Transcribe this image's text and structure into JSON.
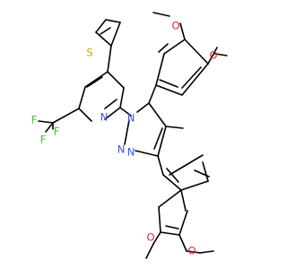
{
  "structure_type": "skeletal chemical structure",
  "colors": {
    "bond": "#000000",
    "oxygen": "#e8212b",
    "nitrogen": "#3a4ef0",
    "sulfur": "#c8a400",
    "fluorine": "#33cc33",
    "background": "#ffffff"
  },
  "atom_labels": {
    "o_top": "O",
    "o_top2": "O",
    "s": "S",
    "f1": "F",
    "f2": "F",
    "f3": "F",
    "n_pyr1": "N",
    "n_pyr2": "N",
    "n_pz1": "N",
    "n_pz2": "N",
    "o_bot1": "O",
    "o_bot2": "O"
  }
}
